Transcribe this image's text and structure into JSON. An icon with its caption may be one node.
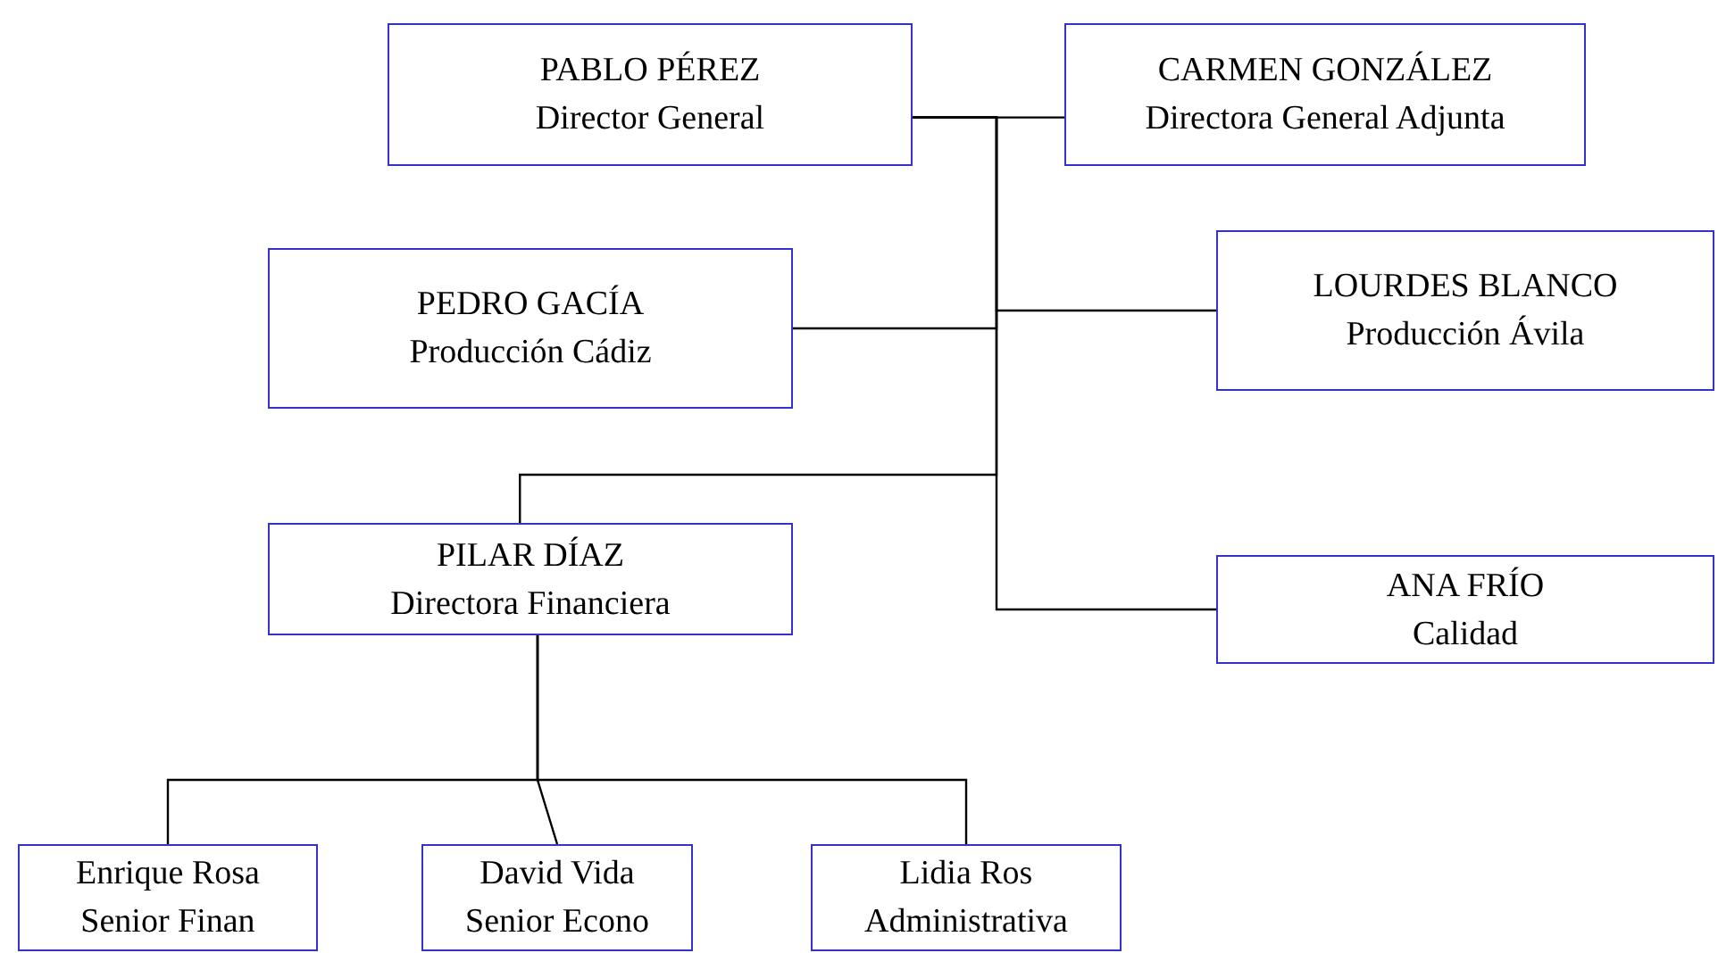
{
  "diagram": {
    "nodes": [
      {
        "text": [
          "PABLO PÉREZ",
          "Director General"
        ]
      },
      {
        "text": [
          "CARMEN GONZÁLEZ",
          "Directora General Adjunta"
        ]
      },
      {
        "text": [
          "PEDRO GACÍA",
          "Producción Cádiz"
        ]
      },
      {
        "text": [
          "LOURDES BLANCO",
          "Producción Ávila"
        ]
      },
      {
        "text": [
          "PILAR DÍAZ",
          "Directora Financiera"
        ]
      },
      {
        "text": [
          "ANA FRÍO",
          "Calidad"
        ]
      },
      {
        "text": [
          "Enrique Rosa",
          "Senior Finan"
        ]
      },
      {
        "text": [
          "David Vida",
          "Senior Econo"
        ]
      },
      {
        "text": [
          "Lidia Ros",
          "Administrativa"
        ]
      }
    ],
    "edges": [
      {
        "from": 0,
        "to": 1,
        "arrow": "none"
      },
      {
        "from": 0,
        "to": 2,
        "arrow": "none"
      },
      {
        "from": 0,
        "to": 3,
        "arrow": "none"
      },
      {
        "from": 0,
        "to": 4,
        "arrow": "none"
      },
      {
        "from": 0,
        "to": 5,
        "arrow": "none"
      },
      {
        "from": 4,
        "to": 6,
        "arrow": "none"
      },
      {
        "from": 4,
        "to": 7,
        "arrow": "none"
      },
      {
        "from": 4,
        "to": 8,
        "arrow": "none"
      }
    ]
  }
}
